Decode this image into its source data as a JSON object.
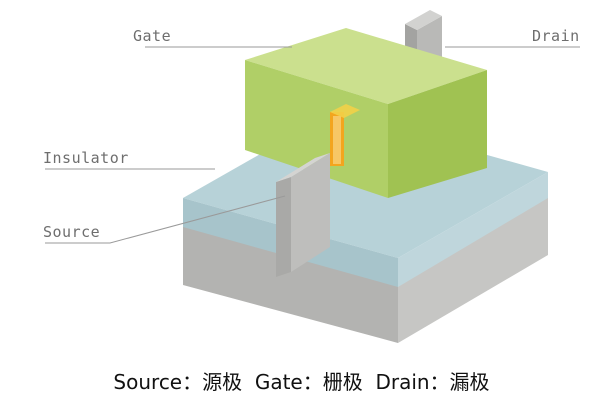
{
  "diagram": {
    "labels": {
      "gate": "Gate",
      "drain": "Drain",
      "insulator": "Insulator",
      "source": "Source"
    },
    "caption": "Source：源极  Gate：栅极  Drain：漏极",
    "colors": {
      "gate": "#b3d26a",
      "channel": "#f4a81c",
      "insulator": "#a9c7cf",
      "substrate": "#b6b6b6",
      "fin": "#b5b5b3"
    }
  }
}
